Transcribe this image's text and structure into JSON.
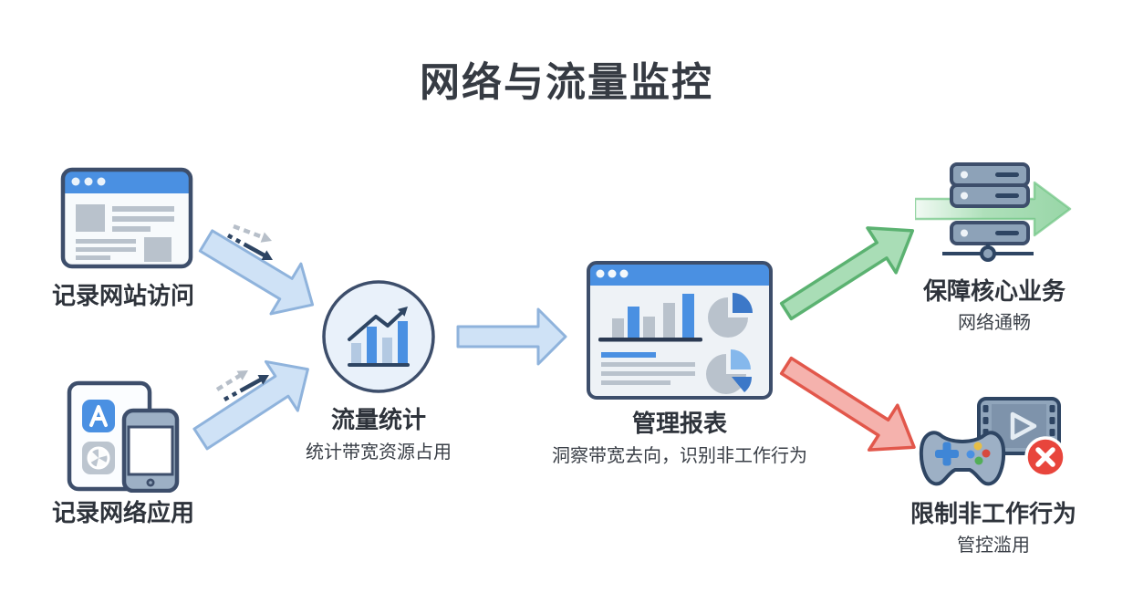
{
  "title": "网络与流量监控",
  "nodes": {
    "record_web": {
      "label": "记录网站访问",
      "icon": "browser-window-icon"
    },
    "record_apps": {
      "label": "记录网络应用",
      "icon": "tablet-phone-apps-icon"
    },
    "traffic_stats": {
      "label": "流量统计",
      "subtitle": "统计带宽资源占用",
      "icon": "bar-chart-trend-circle-icon"
    },
    "report": {
      "label": "管理报表",
      "subtitle": "洞察带宽去向，识别非工作行为",
      "icon": "report-dashboard-icon"
    },
    "core_business": {
      "label": "保障核心业务",
      "subtitle": "网络通畅",
      "icon": "server-stack-icon"
    },
    "restrict": {
      "label": "限制非工作行为",
      "subtitle": "管控滥用",
      "icon": "gamepad-video-blocked-icon"
    }
  },
  "flows": [
    {
      "from": "record_web",
      "to": "traffic_stats",
      "style": "light-blue-block-arrow"
    },
    {
      "from": "record_apps",
      "to": "traffic_stats",
      "style": "light-blue-block-arrow"
    },
    {
      "from": "traffic_stats",
      "to": "report",
      "style": "light-blue-block-arrow"
    },
    {
      "from": "report",
      "to": "core_business",
      "style": "green-block-arrow"
    },
    {
      "from": "report",
      "to": "restrict",
      "style": "red-block-arrow"
    }
  ],
  "colors": {
    "title_text": "#363b43",
    "label_text": "#2e333b",
    "icon_outline": "#3d4e6b",
    "primary_blue": "#4a90e2",
    "light_blue_fill": "#e9f1fa",
    "arrow_blue_fill": "#cfe2f6",
    "arrow_blue_border": "#8fb3dc",
    "arrow_green_fill": "#a9ddb6",
    "arrow_green_border": "#5bb271",
    "arrow_red_fill": "#f5b2ad",
    "arrow_red_border": "#e2574b",
    "content_gray": "#b9c2cc",
    "device_gray": "#9db0c5",
    "error_red": "#e8453c"
  }
}
